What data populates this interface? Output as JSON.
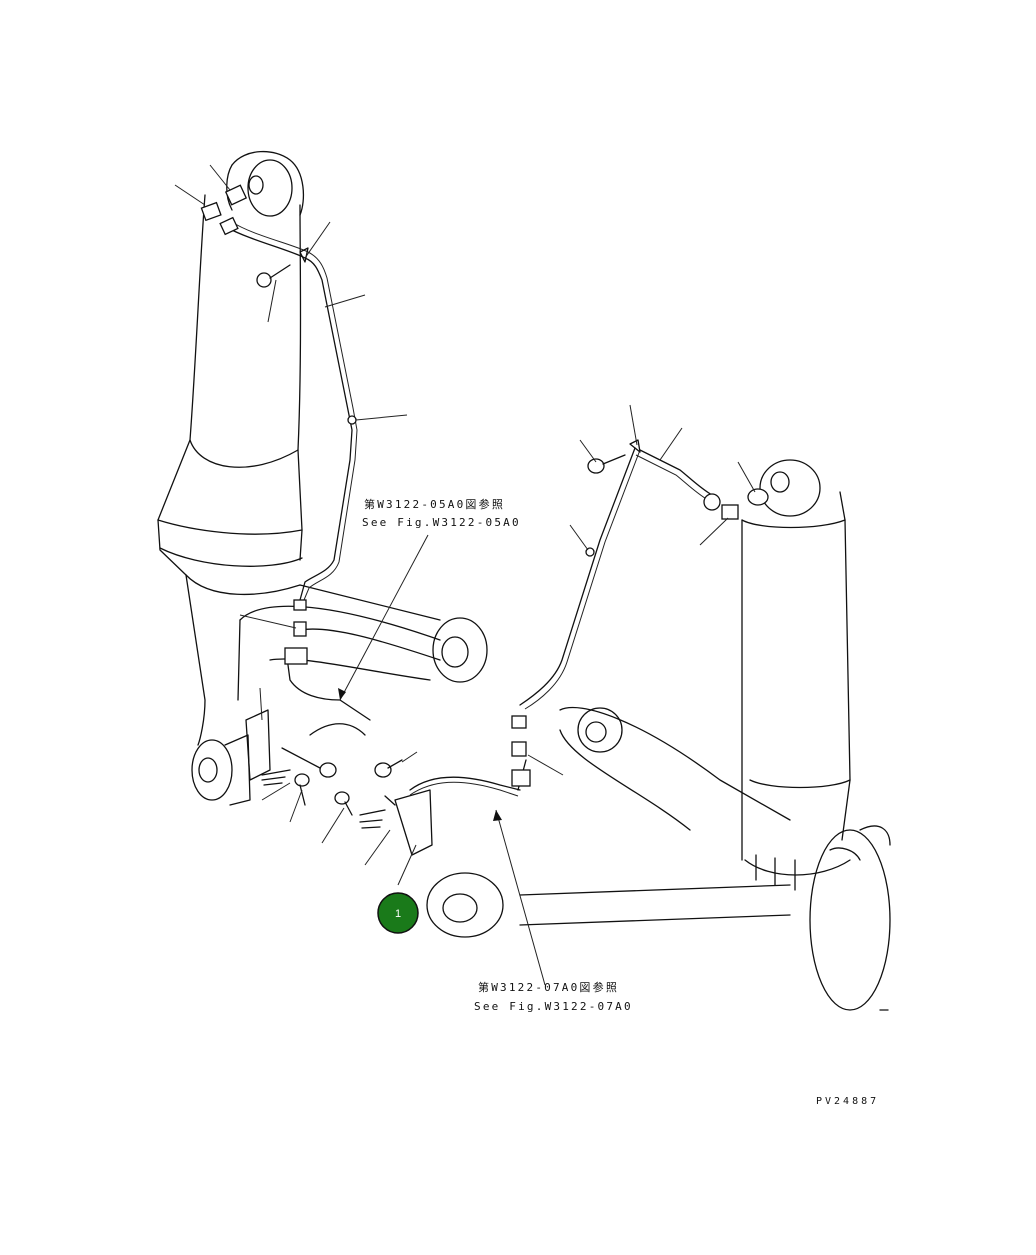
{
  "diagram": {
    "reference_left": {
      "line1": "第W3122-05A0図参照",
      "line2": "See Fig.W3122-05A0"
    },
    "reference_right": {
      "line1": "第W3122-07A0図参照",
      "line2": "See Fig.W3122-07A0"
    },
    "callout": {
      "number": "1",
      "color": "#1a7a1a"
    },
    "drawing_code": "PV24887"
  }
}
